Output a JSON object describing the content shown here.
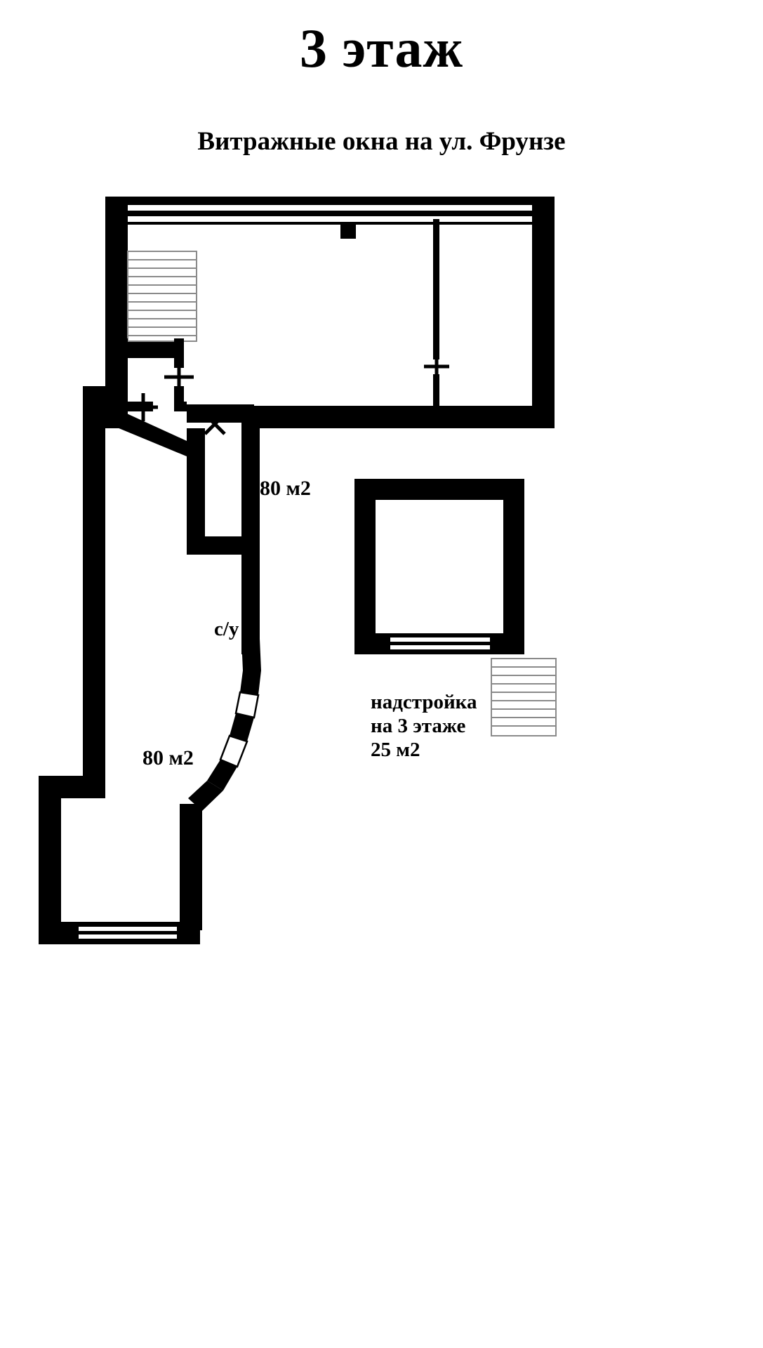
{
  "page": {
    "title": "3 этаж",
    "subtitle": "Витражные окна на ул. Фрунзе",
    "background_color": "#ffffff",
    "ink_color": "#000000"
  },
  "floor_plan": {
    "type": "architectural-floor-plan",
    "floor_number": 3,
    "wall_color": "#000000",
    "fill_color": "#ffffff",
    "rooms": [
      {
        "id": "upper-hall",
        "label": "80 м2",
        "area_m2": 80,
        "position": "top"
      },
      {
        "id": "lower-hall",
        "label": "80 м2",
        "area_m2": 80,
        "position": "lower-left"
      },
      {
        "id": "bathroom",
        "label": "с/у",
        "position": "center"
      },
      {
        "id": "annex",
        "label": "надстройка\nна 3 этаже\n25 м2",
        "line1": "надстройка",
        "line2": "на 3 этаже",
        "line3": "25 м2",
        "area_m2": 25,
        "position": "right"
      }
    ],
    "features": {
      "top_window_strip": "stained-glass window band on Frunze street",
      "upper_stairs": "staircase with 11 treads, upper left",
      "annex_stairs": "staircase with 9 treads, below annex",
      "column": "square structural column in upper hall",
      "partition": "thin interior partition wall, upper right",
      "doors": [
        "cross-marker door, vestibule east wall",
        "cross-marker door, vestibule south wall",
        "x-marker door, diagonal wall at bathroom"
      ],
      "angled_wall_windows": "two window openings on the curved south-east wall",
      "bottom_window": "window strip on bottom wall of lower hall",
      "annex_window": "window strip on bottom wall of annex"
    }
  }
}
